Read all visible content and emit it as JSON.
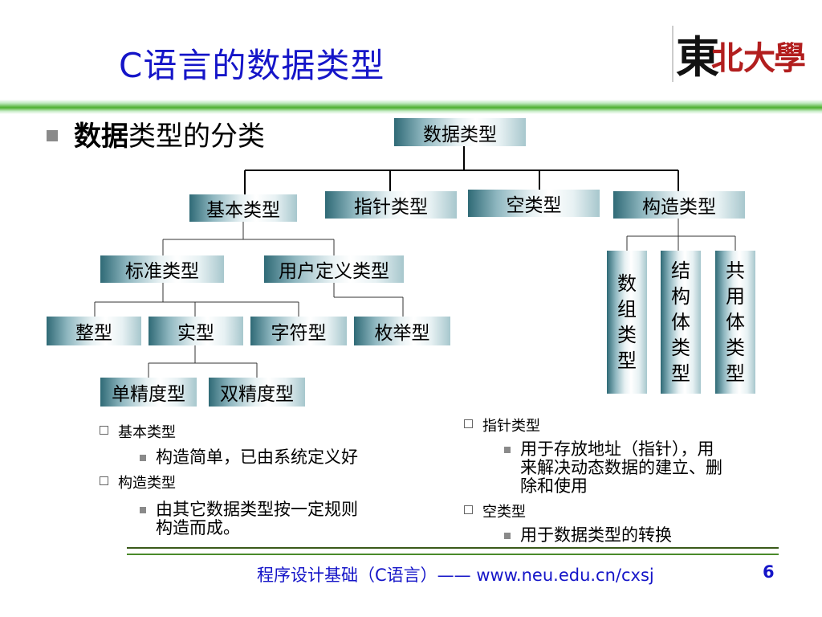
{
  "slide": {
    "title": "C语言的数据类型",
    "bullet_bold": "数据",
    "bullet_rest": "类型的分类"
  },
  "logo": {
    "icon": "university-logo",
    "alt": "東北大學"
  },
  "diagram": {
    "root": "数据类型",
    "level1": [
      "基本类型",
      "指针类型",
      "空类型",
      "构造类型"
    ],
    "basic_children": [
      "标准类型",
      "用户定义类型"
    ],
    "standard_children": [
      "整型",
      "实型",
      "字符型"
    ],
    "user_children": [
      "枚举型"
    ],
    "real_children": [
      "单精度型",
      "双精度型"
    ],
    "construct_children": [
      [
        "数",
        "组",
        "类",
        "型"
      ],
      [
        "结",
        "构",
        "体",
        "类",
        "型"
      ],
      [
        "共",
        "用",
        "体",
        "类",
        "型"
      ]
    ]
  },
  "notes_left": {
    "item1": "基本类型",
    "item1_sub": "构造简单，已由系统定义好",
    "item2": "构造类型",
    "item2_sub_line1": "由其它数据类型按一定规则",
    "item2_sub_line2": "构造而成。"
  },
  "notes_right": {
    "item1": "指针类型",
    "item1_sub_line1": "用于存放地址（指针），用",
    "item1_sub_line2": "来解决动态数据的建立、删",
    "item1_sub_line3": "除和使用",
    "item2": "空类型",
    "item2_sub": "用于数据类型的转换"
  },
  "footer": {
    "text": "程序设计基础（C语言）—— www.neu.edu.cn/cxsj",
    "page": "6"
  },
  "colors": {
    "title": "#1515c8",
    "node_dark": "#2f6a76",
    "green_bar": "#4caf2d"
  }
}
